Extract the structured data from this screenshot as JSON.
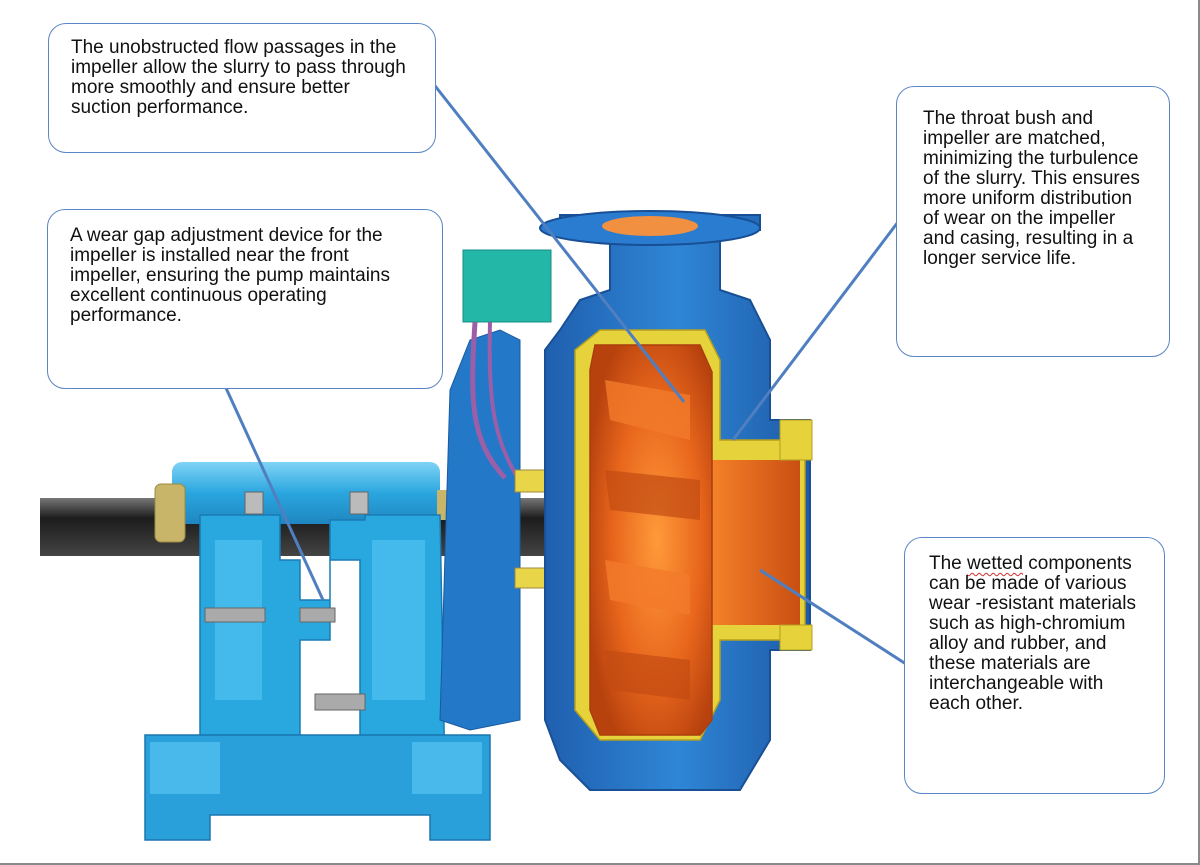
{
  "callouts": {
    "flow_passages": {
      "text": "The unobstructed flow passages in the impeller allow the slurry to pass through more smoothly and ensure better suction performance."
    },
    "wear_gap": {
      "text": "A wear gap adjustment device for the impeller is installed near the front impeller, ensuring the pump maintains excellent continuous operating performance."
    },
    "throat_bush": {
      "text": "The throat bush and impeller are matched, minimizing the turbulence of the slurry. This ensures more uniform distribution of wear on the impeller and casing, resulting in a longer service life."
    },
    "wetted_components": {
      "word_wetted": "wetted",
      "text_prefix": "The",
      "text_rest": "components can be made of various wear -resistant materials such as high-chromium alloy and rubber, and these materials are interchangeable with each other."
    }
  },
  "colors": {
    "callout_border": "#5b86c5",
    "leader_line": "#4f7fc0",
    "pump_casing_blue": "#2f7fd0",
    "bearing_frame_blue": "#29a8e0",
    "impeller_orange": "#e8671e",
    "liner_yellow": "#e6d23a",
    "shaft_black": "#2a2a2a",
    "sensor_teal": "#23b7a8"
  },
  "illustration": {
    "subject": "slurry pump cutaway"
  }
}
